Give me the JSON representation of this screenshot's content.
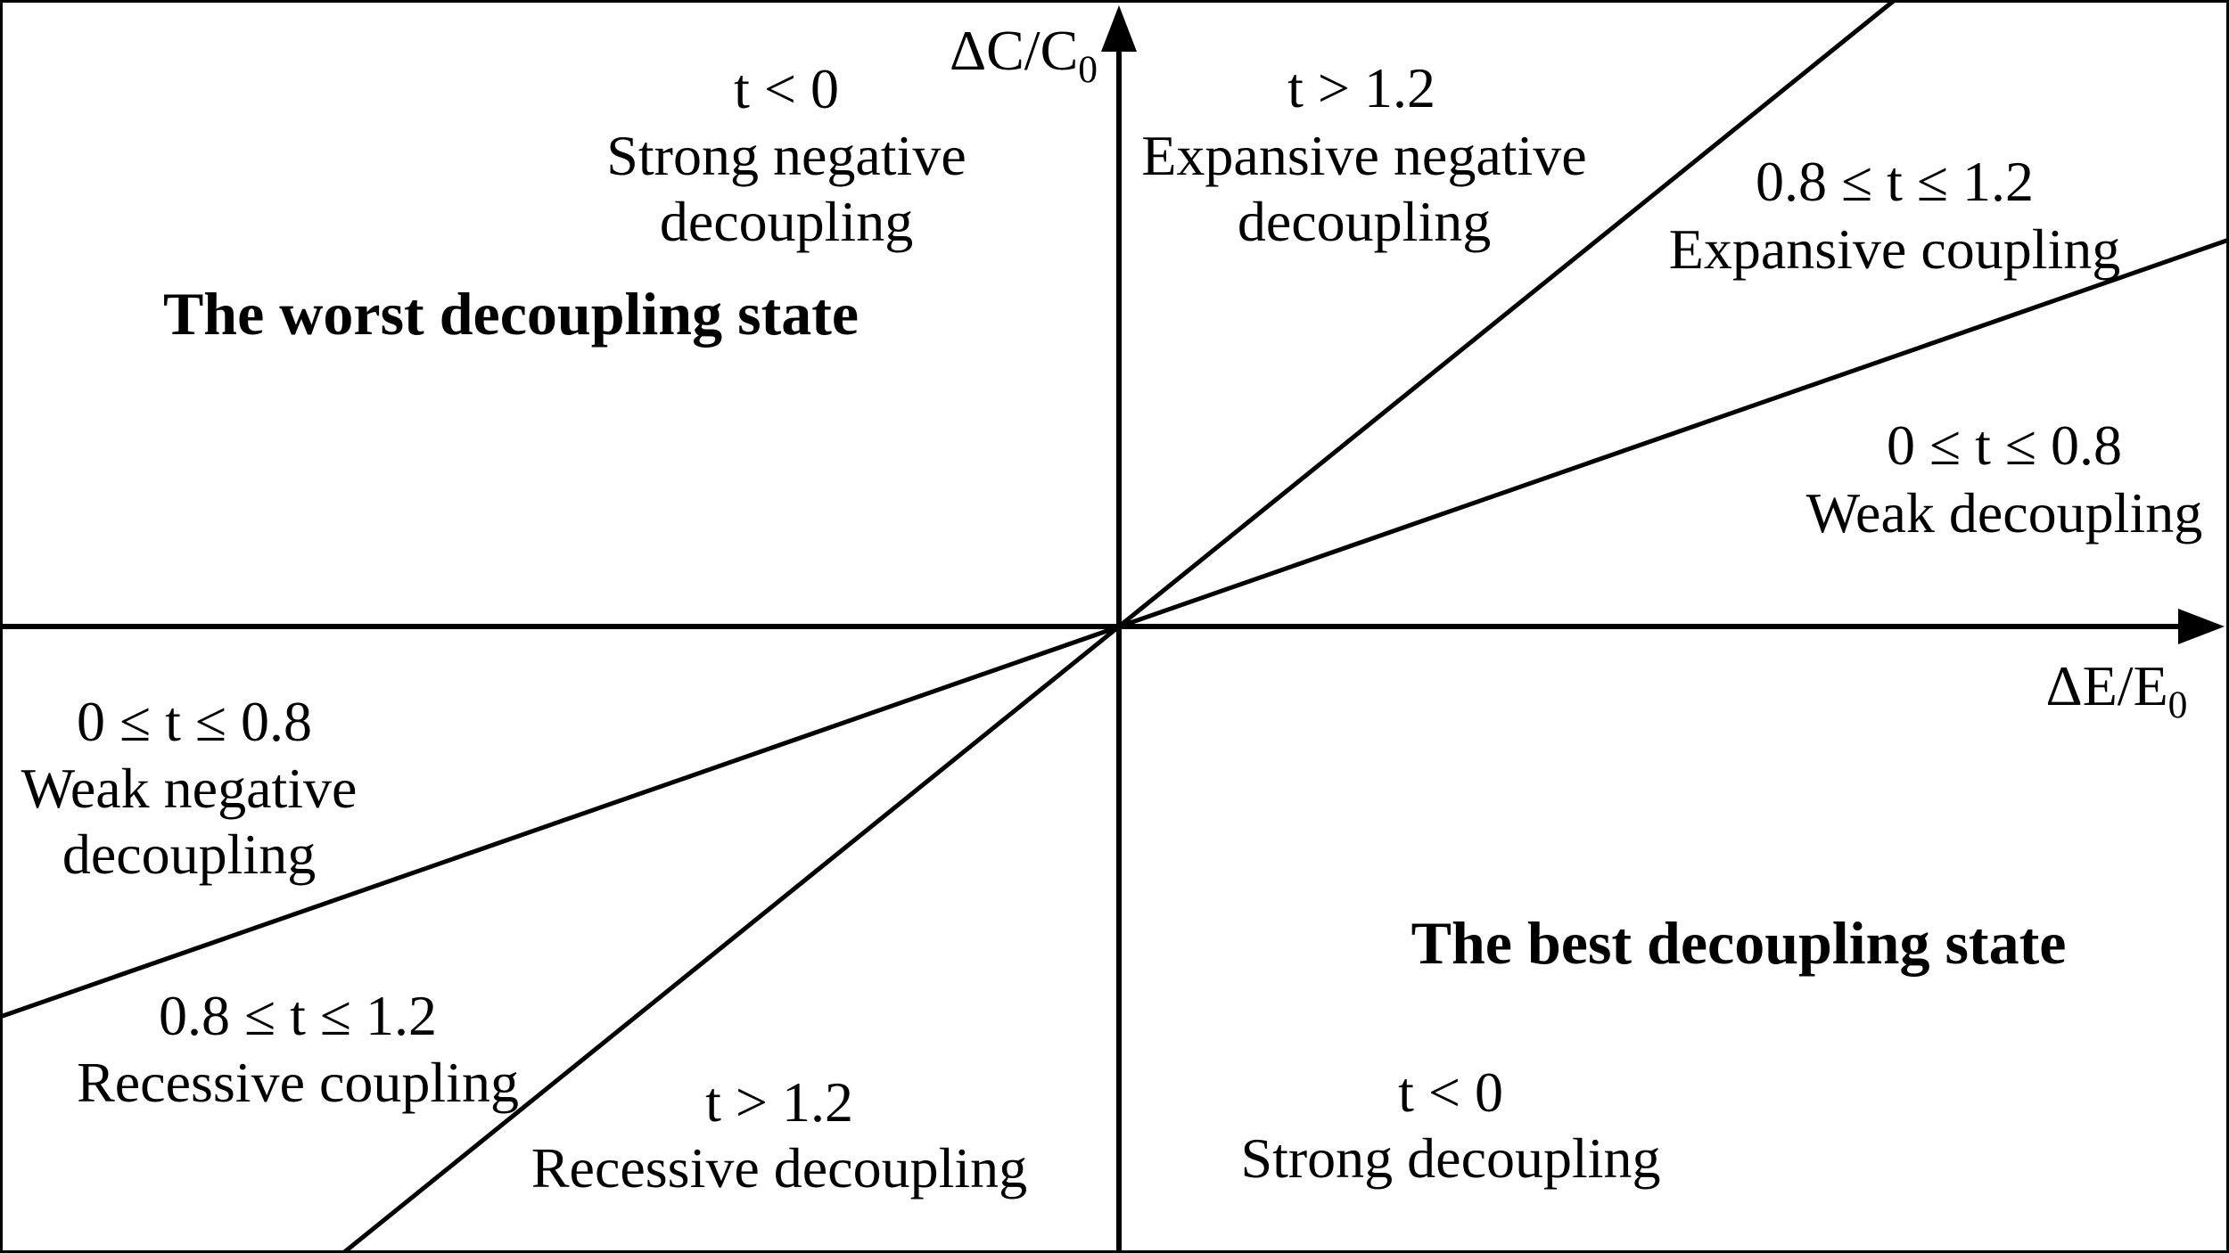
{
  "axes": {
    "y": {
      "label": "ΔC/C",
      "subscript": "0"
    },
    "x": {
      "label": "ΔE/E",
      "subscript": "0"
    }
  },
  "headings": {
    "worst": "The worst decoupling state",
    "best": "The best decoupling state"
  },
  "regions": {
    "strong_negative_decoupling": {
      "condition": "t < 0",
      "name_lines": [
        "Strong negative",
        "decoupling"
      ]
    },
    "expansive_negative_decoupling": {
      "condition": "t > 1.2",
      "name_lines": [
        "Expansive negative",
        "decoupling"
      ]
    },
    "expansive_coupling": {
      "condition": "0.8 ≤ t ≤ 1.2",
      "name_lines": [
        "Expansive coupling"
      ]
    },
    "weak_decoupling": {
      "condition": "0 ≤ t ≤ 0.8",
      "name_lines": [
        "Weak decoupling"
      ]
    },
    "weak_negative_decoupling": {
      "condition": "0 ≤ t ≤ 0.8",
      "name_lines": [
        "Weak negative",
        "decoupling"
      ]
    },
    "recessive_coupling": {
      "condition": "0.8 ≤ t ≤ 1.2",
      "name_lines": [
        "Recessive coupling"
      ]
    },
    "recessive_decoupling": {
      "condition": "t > 1.2",
      "name_lines": [
        "Recessive decoupling"
      ]
    },
    "strong_decoupling": {
      "condition": "t < 0",
      "name_lines": [
        "Strong decoupling"
      ]
    }
  },
  "colors": {
    "ink": "#000000",
    "background": "#ffffff"
  }
}
